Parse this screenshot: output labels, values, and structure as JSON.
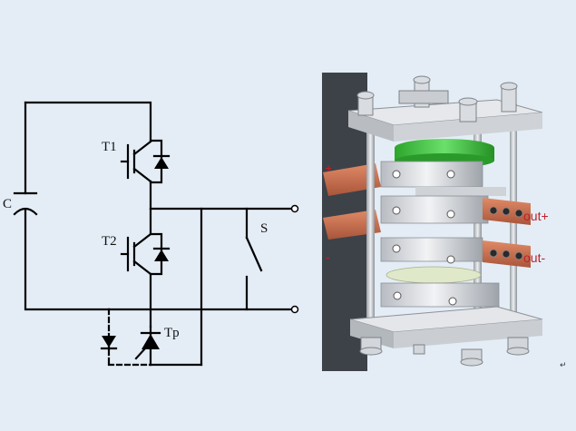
{
  "schematic": {
    "labels": {
      "capacitor": "C",
      "switch_top": "T1",
      "switch_bottom": "T2",
      "bypass_switch": "S",
      "thyristor": "Tp"
    }
  },
  "assembly": {
    "labels": {
      "plus": "+",
      "minus": "-",
      "out_plus": "out+",
      "out_minus": "out-"
    },
    "colors": {
      "background": "#e4edf6",
      "wall": "#3d4248",
      "busbar": "#c66a47",
      "green_disc": "#3cc23c",
      "steel": "#d8dadd",
      "label_red": "#c0202a"
    }
  },
  "footer": {
    "paragraph_mark": "↵"
  }
}
